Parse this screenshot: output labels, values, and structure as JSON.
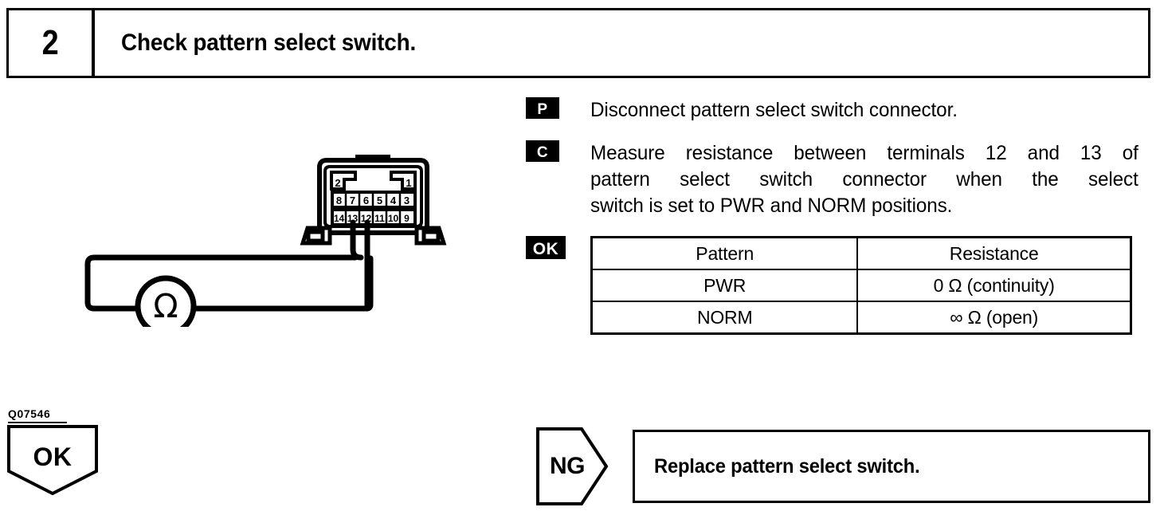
{
  "step": {
    "number": "2",
    "title": "Check pattern select switch."
  },
  "instructions": [
    {
      "badge": "P",
      "lines": [
        "Disconnect pattern select switch connector."
      ]
    },
    {
      "badge": "C",
      "lines": [
        "Measure resistance between terminals 12 and 13 of",
        "pattern select switch connector when the select",
        "switch is set to PWR and NORM positions."
      ]
    }
  ],
  "spec": {
    "badge": "OK",
    "headers": [
      "Pattern",
      "Resistance"
    ],
    "rows": [
      [
        "PWR",
        "0 Ω (continuity)"
      ],
      [
        "NORM",
        "∞ Ω (open)"
      ]
    ]
  },
  "figure": {
    "code": "Q07546",
    "meter_symbol": "Ω",
    "terminals_top_partial": [
      "2",
      "1"
    ],
    "terminals_row1": [
      "8",
      "7",
      "6",
      "5",
      "4",
      "3"
    ],
    "terminals_row2": [
      "14",
      "13",
      "12",
      "11",
      "10",
      "9"
    ],
    "probed_terminals": [
      "13",
      "12"
    ]
  },
  "branches": {
    "ok": {
      "label": "OK"
    },
    "ng": {
      "label": "NG",
      "action": "Replace pattern select switch."
    }
  },
  "colors": {
    "ink": "#000000",
    "paper": "#ffffff"
  }
}
